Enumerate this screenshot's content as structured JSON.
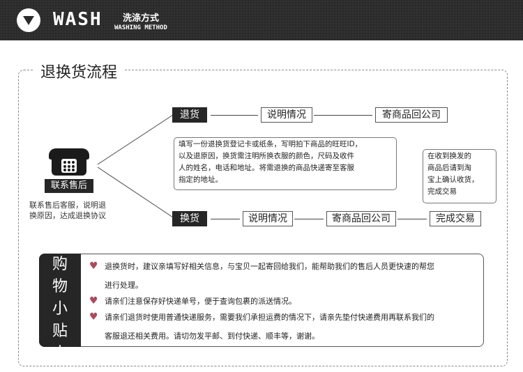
{
  "header": {
    "brand": "WASH",
    "title_cn": "洗涤方式",
    "title_en": "WASHING METHOD"
  },
  "section_title": "退换货流程",
  "service": {
    "label": "联系售后",
    "description": "联系售后客服，说明退换原因，达成退换协议",
    "desc_line1": "联系售后客服，说明退",
    "desc_line2": "换原因，达成退换协议"
  },
  "return_flow": {
    "steps": [
      "退货",
      "说明情况",
      "寄商品回公司"
    ],
    "info_lines": [
      "填写一份退换货登记卡或纸条，写明拍下商品的旺旺ID，",
      "以及退原因，换货需注明所换衣服的颜色，尺码及收件",
      "人的姓名，电话和地址。将需退换的商品快递寄至客服",
      "指定的地址。"
    ]
  },
  "exchange_flow": {
    "steps": [
      "换货",
      "说明情况",
      "寄商品回公司",
      "完成交易"
    ],
    "side_note_lines": [
      "在收到换发的",
      "商品后请到淘",
      "宝上确认收货，",
      "完成交易"
    ]
  },
  "tips": {
    "title_chars": [
      "购",
      "物",
      "小",
      "贴",
      "士"
    ],
    "items": [
      {
        "line1": "退换货时，建议亲填写好相关信息，与宝贝一起寄回给我们，能帮助我们的售后人员更快速的帮您",
        "line2": "进行处理。"
      },
      {
        "line1": "请亲们注意保存好快递单号，便于查询包裹的派送情况。",
        "line2": ""
      },
      {
        "line1": "请亲们退货时使用普通快递服务，需要我们承担运费的情况下，请亲先垫付快递费用再联系我们的",
        "line2": "客服退还相关费用。请切勿发平邮、到付快递、顺丰等，谢谢。"
      }
    ],
    "icon": "heart-icon",
    "heart_color": "#b0485a"
  }
}
